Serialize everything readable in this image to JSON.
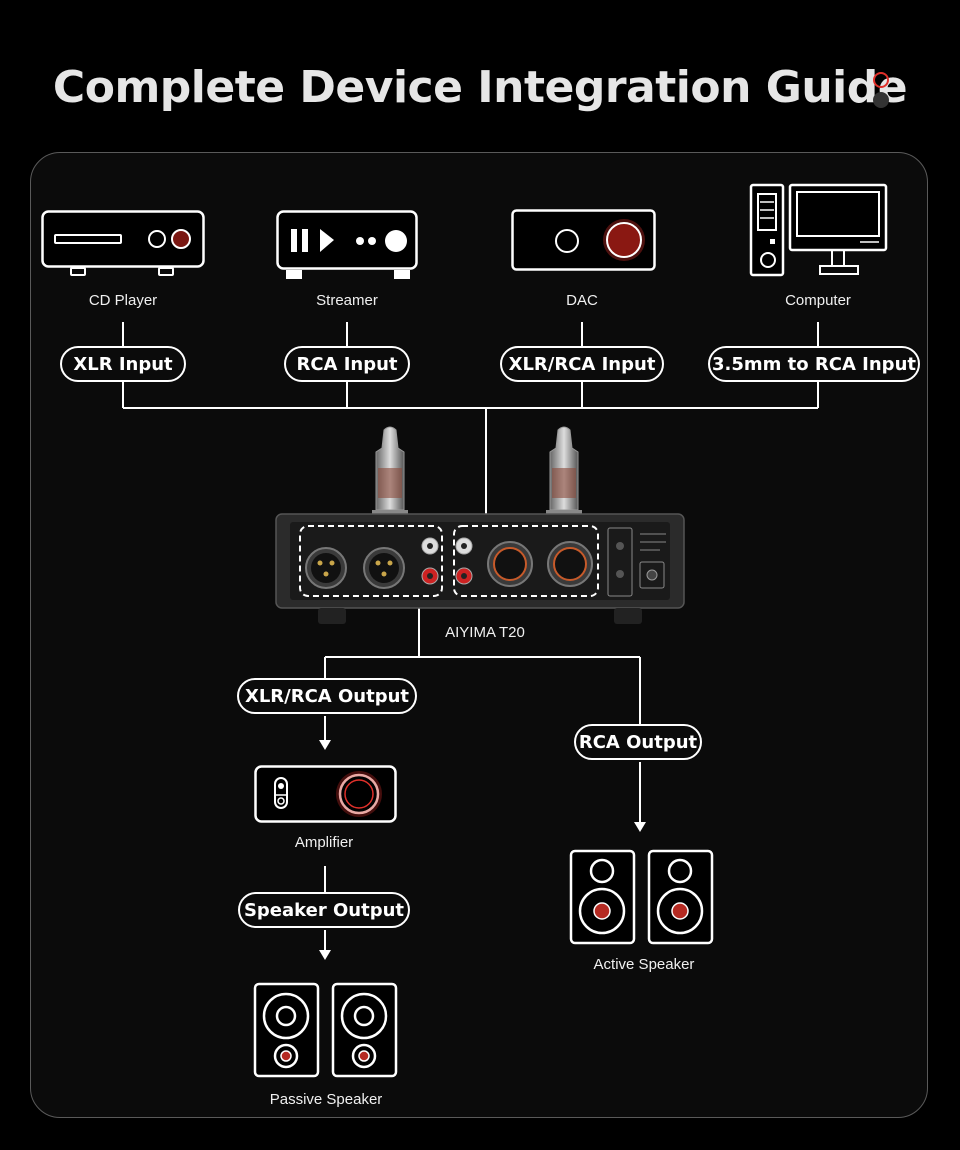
{
  "title": "Complete Device Integration Guide",
  "colors": {
    "accent": "#e0302a",
    "line": "#ffffff",
    "panel_border": "#5a5a5a",
    "background": "#000000"
  },
  "sources": [
    {
      "name": "CD Player",
      "icon": "cd-player-icon",
      "connection": "XLR Input"
    },
    {
      "name": "Streamer",
      "icon": "streamer-icon",
      "connection": "RCA Input"
    },
    {
      "name": "DAC",
      "icon": "dac-icon",
      "connection": "XLR/RCA Input"
    },
    {
      "name": "Computer",
      "icon": "computer-icon",
      "connection": "3.5mm to RCA Input"
    }
  ],
  "hub": {
    "name": "AIYIMA T20",
    "icon": "tube-amplifier-rear-panel"
  },
  "outputs": {
    "left": {
      "connection": "XLR/RCA Output",
      "device": "Amplifier",
      "next_connection": "Speaker Output",
      "final_device": "Passive Speaker"
    },
    "right": {
      "connection": "RCA Output",
      "device": "Active Speaker"
    }
  }
}
